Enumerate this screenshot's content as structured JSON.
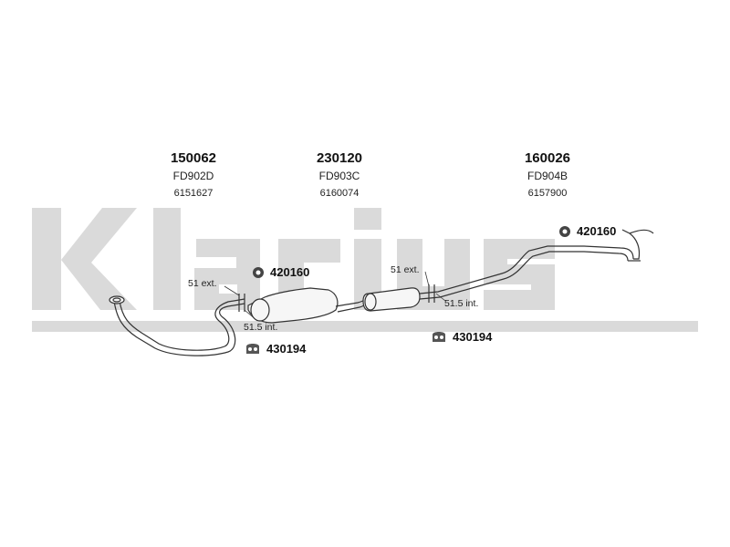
{
  "brand": {
    "watermark": "Klarius",
    "watermark_color": "#d9d9d9"
  },
  "parts": [
    {
      "code": "150062",
      "ref": "FD902D",
      "oe": "6151627"
    },
    {
      "code": "230120",
      "ref": "FD903C",
      "oe": "6160074"
    },
    {
      "code": "160026",
      "ref": "FD904B",
      "oe": "6157900"
    }
  ],
  "accessories": {
    "mount_left": "420160",
    "mount_right": "420160",
    "hanger_left": "430194",
    "hanger_right": "430194"
  },
  "notes": {
    "ext_left": "51 ext.",
    "int_left": "51.5 int.",
    "ext_right": "51 ext.",
    "int_right": "51.5 int."
  },
  "colors": {
    "line": "#333333",
    "pipe_fill": "#f4f4f4"
  }
}
